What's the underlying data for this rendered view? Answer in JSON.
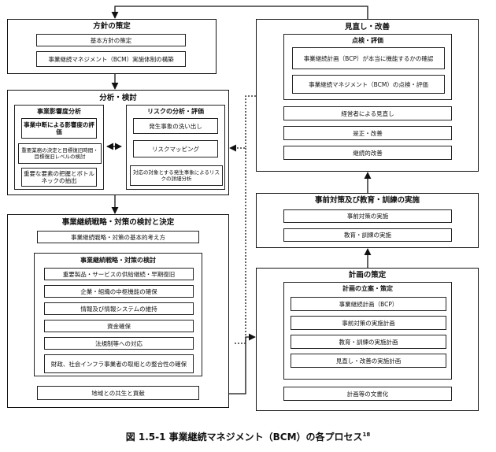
{
  "policy": {
    "title": "方針の策定",
    "items": [
      "基本方針の策定",
      "事業継続マネジメント（BCM）実施体制の構築"
    ]
  },
  "analysis": {
    "title": "分析・検討",
    "bia": {
      "title": "事業影響度分析",
      "items": [
        "事業中断による影響度の評価",
        "重要業務の決定と目標復旧時間・目標復旧レベルの検討",
        "重要な要素の把握とボトルネックの抽出"
      ]
    },
    "risk": {
      "title": "リスクの分析・評価",
      "items": [
        "発生事象の洗い出し",
        "リスクマッピング",
        "対応の対象とする発生事象によるリスクの詳細分析"
      ]
    }
  },
  "strategy": {
    "title": "事業継続戦略・対策の検討と決定",
    "basic": "事業継続戦略・対策の基本的考え方",
    "inner_title": "事業継続戦略・対策の検討",
    "items": [
      "重要製品・サービスの供給継続・早期復旧",
      "企業・組織の中枢機能の確保",
      "情報及び情報システムの維持",
      "資金確保",
      "法規制等への対応",
      "財政、社会インフラ事業者の取組との整合性の確保"
    ],
    "regional": "地域との共生と貢献"
  },
  "review": {
    "title": "見直し・改善",
    "inspection_title": "点検・評価",
    "inspection_items": [
      "事業継続計画（BCP）が本当に機能するかの確認",
      "事業継続マネジメント（BCM）の点検・評価"
    ],
    "items": [
      "経営者による見直し",
      "是正・改善",
      "継続的改善"
    ]
  },
  "implementation": {
    "title": "事前対策及び教育・訓練の実施",
    "items": [
      "事前対策の実施",
      "教育・訓練の実施"
    ]
  },
  "plan": {
    "title": "計画の策定",
    "inner_title": "計画の立案・策定",
    "items": [
      "事業継続計画（BCP）",
      "事前対策の実施計画",
      "教育・訓練の実施計画",
      "見直し・改善の実施計画"
    ],
    "documentation": "計画等の文書化"
  },
  "caption": {
    "text": "図 1.5-1 事業継続マネジメント（BCM）の各プロセス",
    "ref": "18"
  }
}
